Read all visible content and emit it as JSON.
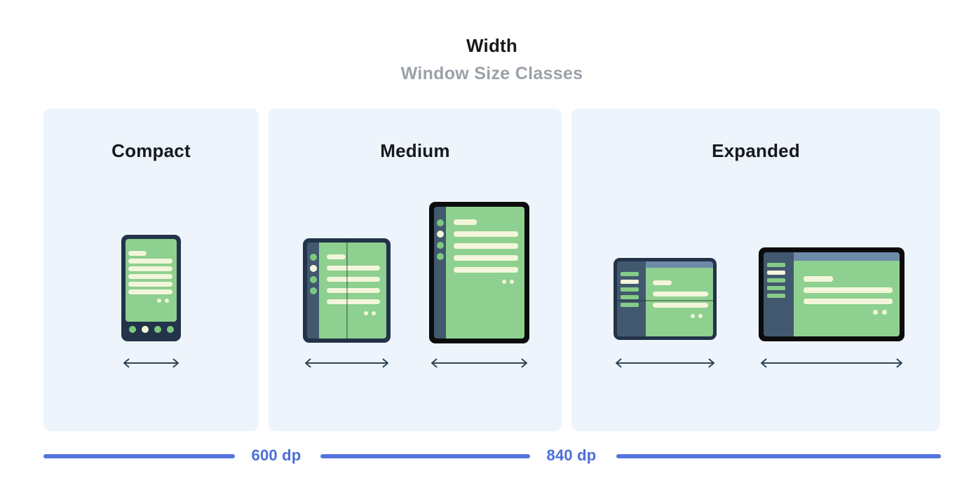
{
  "header": {
    "title": "Width",
    "subtitle": "Window Size Classes"
  },
  "panels": [
    {
      "id": "compact",
      "label": "Compact",
      "devices": [
        "phone-portrait"
      ]
    },
    {
      "id": "medium",
      "label": "Medium",
      "devices": [
        "foldable-open-portrait",
        "tablet-portrait"
      ]
    },
    {
      "id": "expanded",
      "label": "Expanded",
      "devices": [
        "foldable-open-landscape",
        "tablet-landscape"
      ]
    }
  ],
  "breakpoints": [
    {
      "label": "600 dp"
    },
    {
      "label": "840 dp"
    }
  ],
  "colors": {
    "panel_background": "#edf4fc",
    "screen_green": "#8ed08f",
    "content_cream": "#f3f6da",
    "frame_navy": "#233349",
    "rail_navy": "#41586f",
    "topbar_blue_gray": "#6d8aa9",
    "frame_black": "#0c0c0c",
    "arrow_slate": "#2f4356",
    "ruler_blue": "#5574e0",
    "title_text": "#17191c",
    "subtitle_text": "#9ba1a8"
  }
}
